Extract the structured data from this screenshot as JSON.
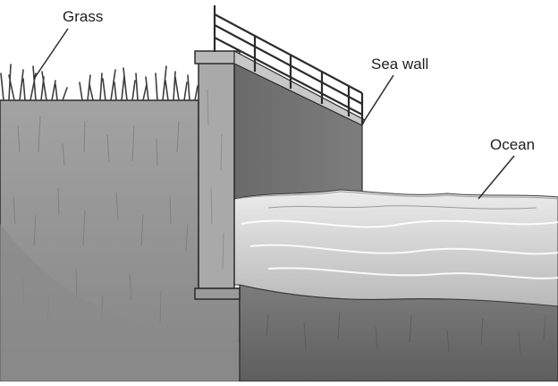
{
  "labels": {
    "grass": "Grass",
    "sea_wall": "Sea wall",
    "ocean": "Ocean"
  },
  "colors": {
    "soil_light": "#9c9c9c",
    "soil_dark": "#6f6f6f",
    "wall_face": "#a6a6a6",
    "wall_side": "#7a7a7a",
    "water_light": "#dedede",
    "water_mid": "#c2c2c2",
    "grass": "#4a4a4a",
    "outline": "#2b2b2b"
  }
}
